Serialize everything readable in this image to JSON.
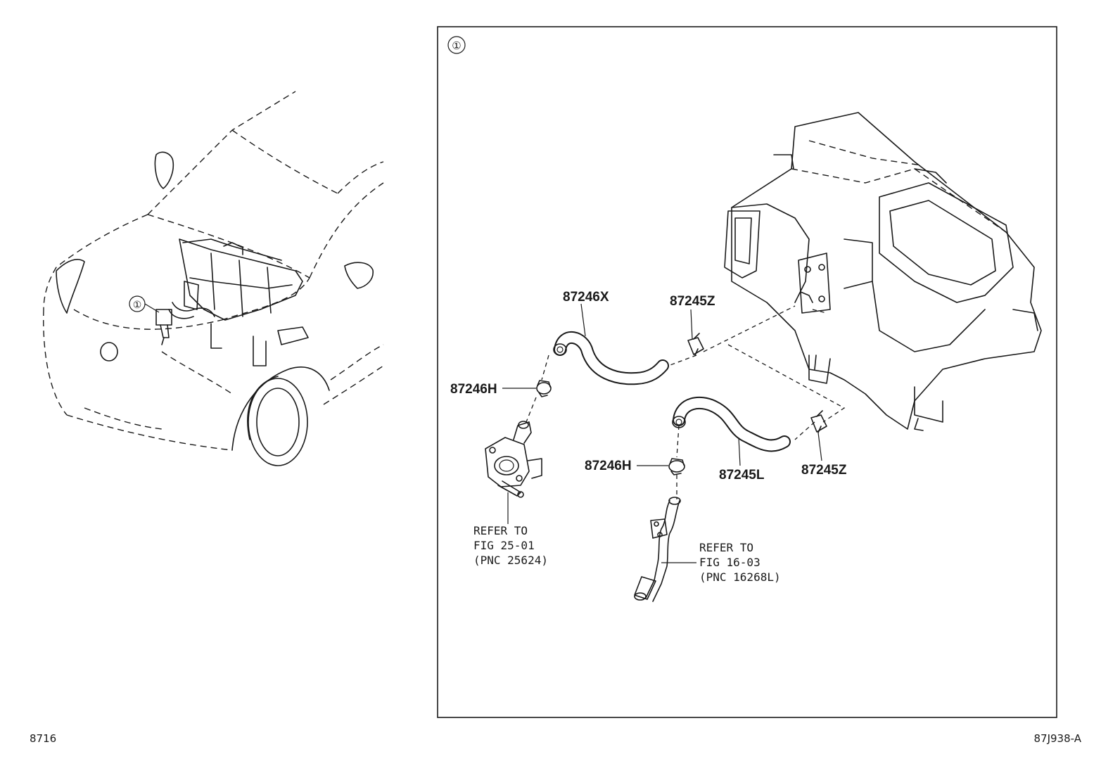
{
  "overview": {
    "callout": "①"
  },
  "panel": {
    "callout": "①",
    "labels": {
      "p87246x": "87246X",
      "p87245z_top": "87245Z",
      "p87246h_top": "87246H",
      "p87246h_bottom": "87246H",
      "p87245l": "87245L",
      "p87245z_bottom": "87245Z"
    },
    "refer_left": {
      "line1": "REFER TO",
      "line2": "FIG 25-01",
      "line3": "(PNC 25624)"
    },
    "refer_right": {
      "line1": "REFER TO",
      "line2": "FIG 16-03",
      "line3": "(PNC 16268L)"
    }
  },
  "footer": {
    "left": "8716",
    "right": "87J938-A"
  },
  "icons": [
    "circled-one-icon",
    "car-overview-illustration",
    "heater-unit-illustration",
    "hose-illustration",
    "clamp-illustration",
    "water-valve-illustration",
    "water-pipe-illustration"
  ]
}
